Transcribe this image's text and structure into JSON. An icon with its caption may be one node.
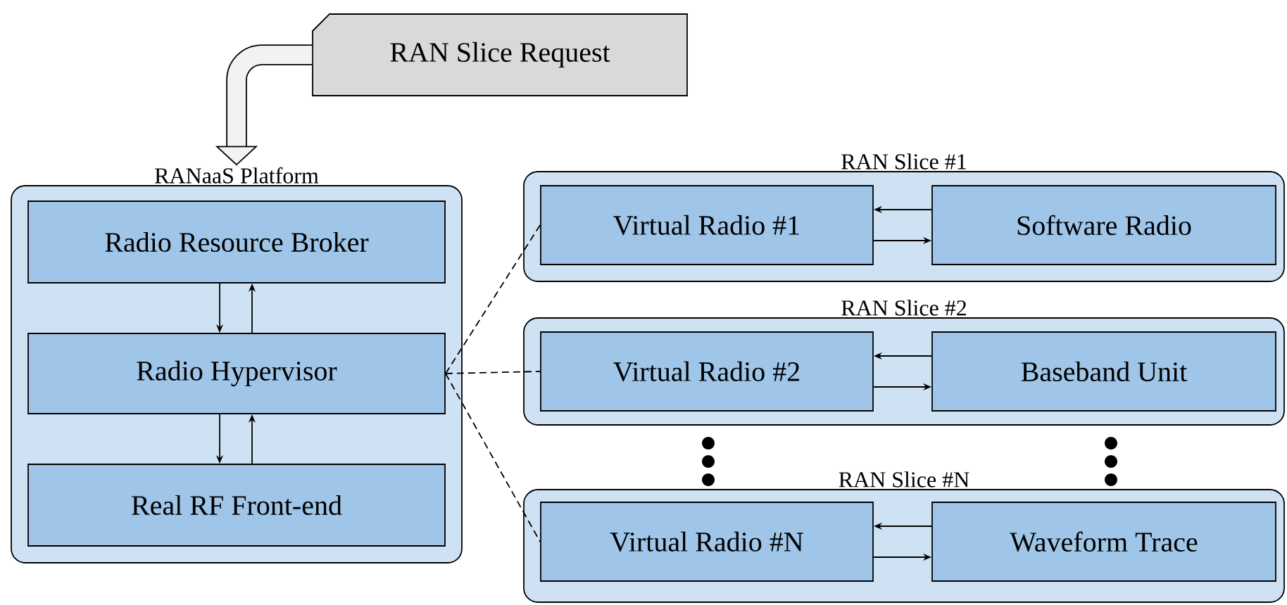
{
  "diagram": {
    "nodes": [
      {
        "text": [
          "RAN Slice Request"
        ]
      },
      {
        "text": [
          "RANaaS Platform"
        ]
      },
      {
        "text": [
          "Radio Resource Broker"
        ],
        "in": 1
      },
      {
        "text": [
          "Radio Hypervisor"
        ],
        "in": 1
      },
      {
        "text": [
          "Real RF Front-end"
        ],
        "in": 1
      },
      {
        "text": [
          "RAN Slice #1"
        ]
      },
      {
        "text": [
          "Virtual Radio #1"
        ],
        "in": 5
      },
      {
        "text": [
          "Software Radio"
        ],
        "in": 5
      },
      {
        "text": [
          "RAN Slice #2"
        ]
      },
      {
        "text": [
          "Virtual Radio #2"
        ],
        "in": 8
      },
      {
        "text": [
          "Baseband Unit"
        ],
        "in": 8
      },
      {
        "text": [
          "RAN Slice #N"
        ]
      },
      {
        "text": [
          "Virtual Radio #N"
        ],
        "in": 11
      },
      {
        "text": [
          "Waveform Trace"
        ],
        "in": 11
      }
    ],
    "edges": [
      {
        "from": 0,
        "to": 1,
        "arrow": "to",
        "style": "thick"
      },
      {
        "from": 2,
        "to": 3,
        "arrow": "to"
      },
      {
        "from": 3,
        "to": 2,
        "arrow": "to"
      },
      {
        "from": 3,
        "to": 4,
        "arrow": "to"
      },
      {
        "from": 4,
        "to": 3,
        "arrow": "to"
      },
      {
        "from": 7,
        "to": 6,
        "arrow": "to"
      },
      {
        "from": 6,
        "to": 7,
        "arrow": "to"
      },
      {
        "from": 10,
        "to": 9,
        "arrow": "to"
      },
      {
        "from": 9,
        "to": 10,
        "arrow": "to"
      },
      {
        "from": 13,
        "to": 12,
        "arrow": "to"
      },
      {
        "from": 12,
        "to": 13,
        "arrow": "to"
      },
      {
        "from": 3,
        "to": 6,
        "arrow": "none",
        "style": "dashed"
      },
      {
        "from": 3,
        "to": 9,
        "arrow": "none",
        "style": "dashed"
      },
      {
        "from": 3,
        "to": 12,
        "arrow": "none",
        "style": "dashed"
      }
    ]
  }
}
